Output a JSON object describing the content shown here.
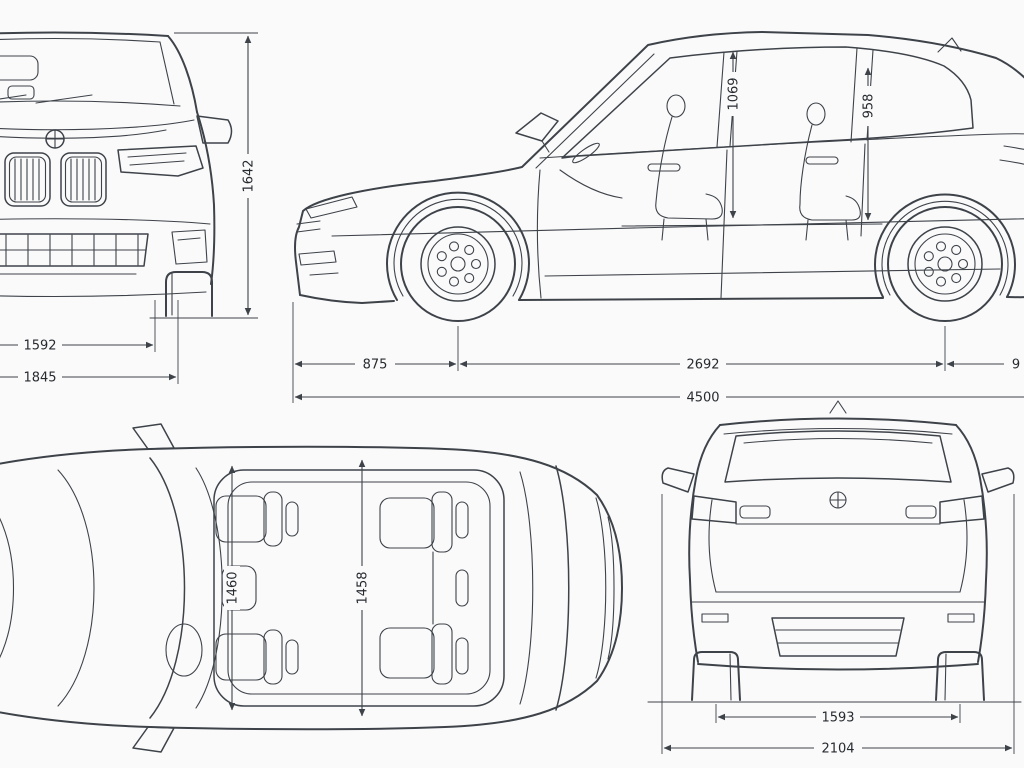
{
  "theme": {
    "bg": "#fafafa",
    "line": "#3e434a",
    "text": "#272b30"
  },
  "dimensions": {
    "front_height": "1642",
    "front_track": "1592",
    "front_width": "1845",
    "side_front_headroom": "1069",
    "side_rear_headroom": "958",
    "side_front_overhang": "875",
    "side_wheelbase": "2692",
    "side_rear_overhang": "9",
    "side_length": "4500",
    "top_front_width": "1460",
    "top_rear_width": "1458",
    "rear_track": "1593",
    "rear_width": "2104"
  }
}
